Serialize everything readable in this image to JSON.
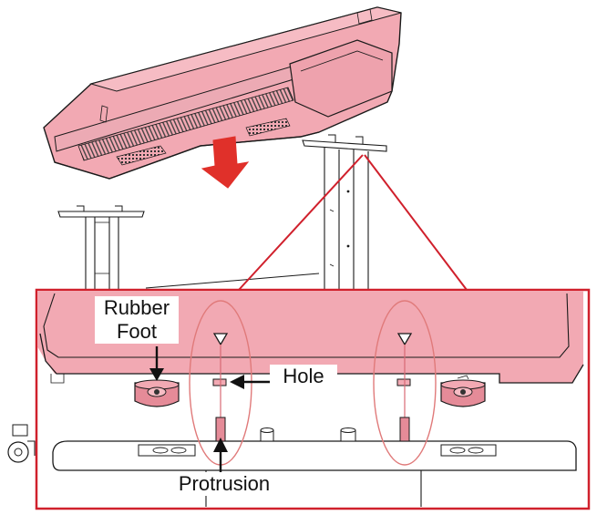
{
  "figure": {
    "type": "assembly-illustration",
    "description_note": "",
    "labels": {
      "rubber_foot": "Rubber\nFoot",
      "hole": "Hole",
      "protrusion": "Protrusion"
    }
  },
  "colors": {
    "body_fill": "#f2a9b3",
    "body_fill_dark": "#e58b98",
    "callout_red": "#d0202c",
    "arrow_red": "#e0302a",
    "line": "#1a1a1a",
    "guide_ellipse": "#e07a7a"
  }
}
